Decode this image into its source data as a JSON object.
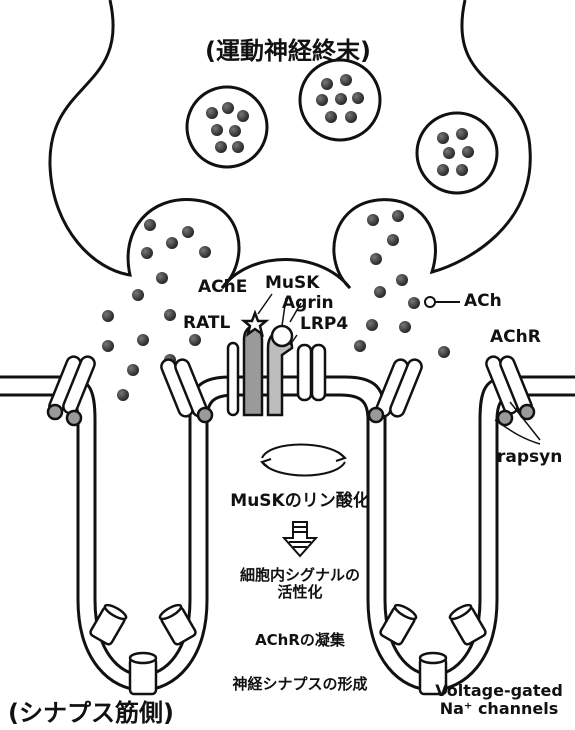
{
  "title_top": "(運動神経終末)",
  "title_bottom": "(シナプス筋側)",
  "labels": {
    "ache": "AChE",
    "musk": "MuSK",
    "agrin": "Agrin",
    "ratl": "RATL",
    "lrp4": "LRP4",
    "ach": "ACh",
    "achr": "AChR",
    "rapsyn": "rapsyn",
    "vgnc_line1": "Voltage-gated",
    "vgnc_line2": "Na⁺ channels"
  },
  "pathway": {
    "step1": "MuSKのリン酸化",
    "step2_line1": "細胞内シグナルの",
    "step2_line2": "活性化",
    "step3": "AChRの凝集",
    "step4": "神経シナプスの形成"
  },
  "colors": {
    "ink": "#111111",
    "vesicle_dot": "#3a3a3a",
    "gray_fill": "#9a9a9a"
  }
}
